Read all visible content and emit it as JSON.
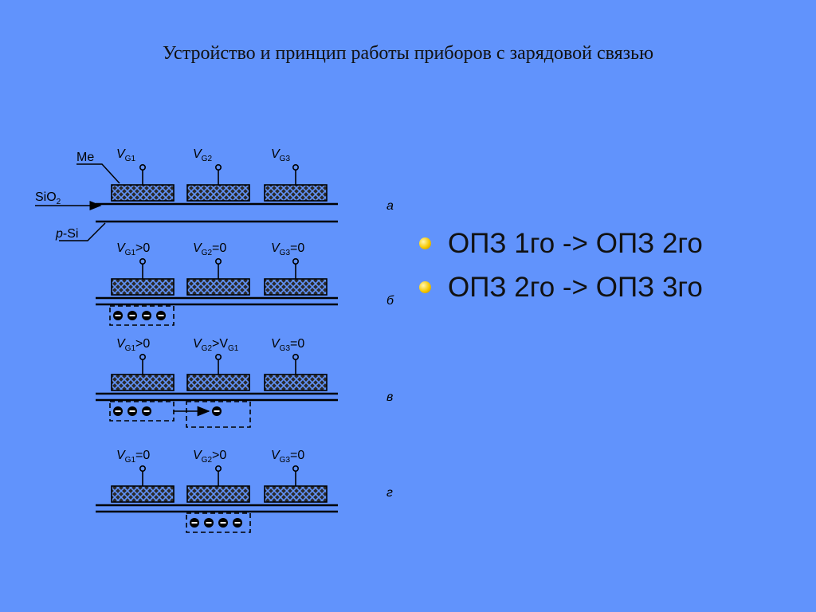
{
  "title": "Устройство и принцип работы приборов с зарядовой связью",
  "diagram": {
    "layer_labels": {
      "me": "Me",
      "sio2_main": "SiO",
      "sio2_sub": "2",
      "psi_italic": "p",
      "psi_rest": "-Si"
    },
    "gate_symbol": "V",
    "gate_subs": [
      "G1",
      "G2",
      "G3"
    ],
    "rows": [
      {
        "letter": "а",
        "g1": "",
        "g2": "",
        "g3": "",
        "g2_sub_tail": "",
        "electrons": {
          "g1": 0,
          "g2": 0,
          "move": 0
        }
      },
      {
        "letter": "б",
        "g1": ">0",
        "g2": "=0",
        "g3": "=0",
        "g2_sub_tail": "",
        "electrons": {
          "g1": 4,
          "g2": 0,
          "move": 0
        }
      },
      {
        "letter": "в",
        "g1": ">0",
        "g2": ">V",
        "g3": "=0",
        "g2_sub_tail": "G1",
        "electrons": {
          "g1": 3,
          "g2": 0,
          "move": 1
        }
      },
      {
        "letter": "г",
        "g1": "=0",
        "g2": ">0",
        "g3": "=0",
        "g2_sub_tail": "",
        "electrons": {
          "g1": 0,
          "g2": 4,
          "move": 0
        }
      }
    ]
  },
  "bullets": [
    {
      "text": "ОПЗ 1го -> ОПЗ 2го"
    },
    {
      "text": "ОПЗ 2го -> ОПЗ 3го"
    }
  ]
}
